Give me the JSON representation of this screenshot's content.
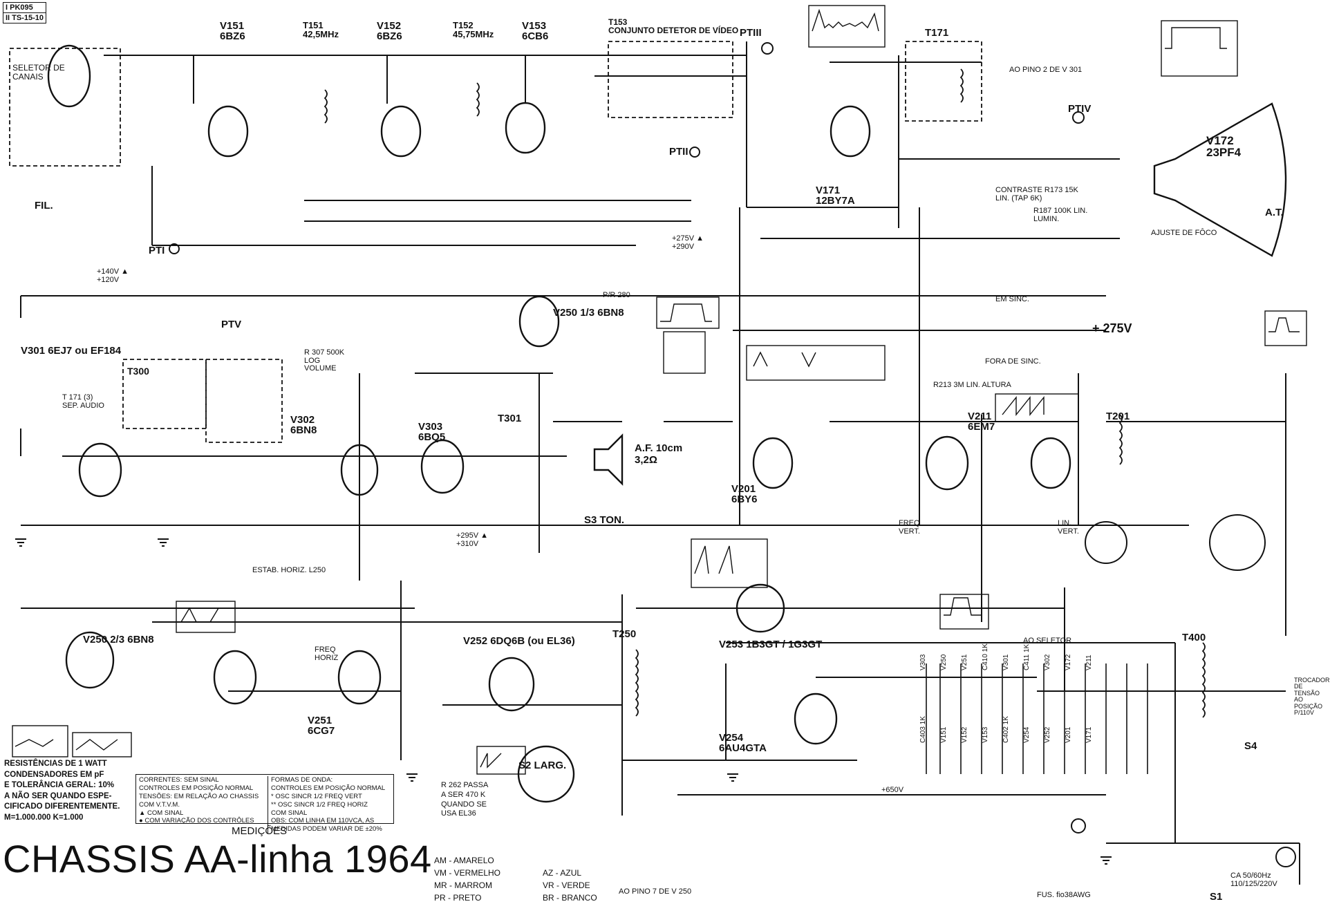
{
  "header": {
    "code_1": "I PK095",
    "code_2": "II TS-15-10"
  },
  "title": "CHASSIS AA-linha 1964",
  "tubes": [
    {
      "ref": "V151",
      "type": "6BZ6"
    },
    {
      "ref": "T151",
      "type": "42,5MHz"
    },
    {
      "ref": "V152",
      "type": "6BZ6"
    },
    {
      "ref": "T152",
      "type": "45,75MHz"
    },
    {
      "ref": "V153",
      "type": "6CB6"
    },
    {
      "ref": "T153",
      "type": "CONJUNTO DETETOR DE VÍDEO"
    },
    {
      "ref": "T171",
      "type": ""
    },
    {
      "ref": "V172",
      "type": "23PF4"
    },
    {
      "ref": "V171",
      "type": "12BY7A"
    },
    {
      "ref": "V301",
      "type": "6EJ7 ou EF184"
    },
    {
      "ref": "V302",
      "type": "6BN8"
    },
    {
      "ref": "V303",
      "type": "6BQ5"
    },
    {
      "ref": "V250",
      "type": "1/3 6BN8"
    },
    {
      "ref": "V201",
      "type": "6BY6"
    },
    {
      "ref": "V211",
      "type": "6EM7"
    },
    {
      "ref": "T201",
      "type": ""
    },
    {
      "ref": "V250",
      "type": "2/3 6BN8"
    },
    {
      "ref": "V251",
      "type": "6CG7"
    },
    {
      "ref": "V252",
      "type": "6DQ6B (ou EL36)"
    },
    {
      "ref": "V253",
      "type": "1B3GT / 1G3GT"
    },
    {
      "ref": "V254",
      "type": "6AU4GTA"
    },
    {
      "ref": "T250",
      "type": ""
    },
    {
      "ref": "T400",
      "type": ""
    }
  ],
  "labels": {
    "selector": "SELETOR DE CANAIS",
    "fil": "FIL.",
    "pt1": "PTI",
    "pt2": "PTII",
    "pt3": "PTIII",
    "pt4": "PTIV",
    "pt5": "PTV",
    "t300": "T300",
    "t171_3": "T 171 (3) SEP. AUDIO",
    "t301": "T301",
    "speaker": "A.F. 10cm 3,2Ω",
    "tone": "S3 TON.",
    "volume": "R 307 500K LOG VOLUME",
    "contrast": "CONTRASTE R173 15K LIN. (TAP 6K)",
    "lumin": "R187 100K LIN. LUMIN.",
    "focus": "AJUSTE DE FÔCO",
    "at": "A.T.",
    "plus275": "+ 275V",
    "em_sinc": "EM SINC.",
    "fora_sinc": "FORA DE SINC.",
    "altura": "R213 3M LIN. ALTURA",
    "freq_vert": "FREQ VERT.",
    "lin_vert": "LIN. VERT.",
    "estab_horiz": "ESTAB. HORIZ. L250",
    "freq_horiz": "FREQ HORIZ",
    "largura": "S2 LARG.",
    "ao_seletor": "AO SELETOR",
    "ao_pino_v301": "AO PINO 2 DE V 301",
    "ao_pino_v250": "AO PINO 7 DE V 250",
    "pr280": "P/R 280",
    "trocador": "TROCADOR DE TENSÃO AO POSIÇÃO P/110V",
    "mains": "CA 50/60Hz 110/125/220V",
    "s1": "S1",
    "s4": "S4",
    "fuse": "FUS. fio38AWG",
    "r262_note": "R 262 PASSA A SER 470 K QUANDO SE USA EL36",
    "plus650": "+650V",
    "rail_140": "+140V ▲ +120V",
    "rail_275": "+275V ▲ +290V",
    "rail_295": "+295V ▲ +310V"
  },
  "notes": [
    "RESISTÊNCIAS DE 1 WATT",
    "CONDENSADORES EM pF",
    "E TOLERÂNCIA GERAL: 10%",
    "A NÃO SER QUANDO ESPE-",
    "CIFICADO DIFERENTEMENTE.",
    "M=1.000.000        K=1.000"
  ],
  "measurements": {
    "title": "MEDIÇÕES",
    "left": [
      "CORRENTES: SEM SINAL",
      "CONTROLES EM POSIÇÃO NORMAL",
      "TENSÕES: EM RELAÇÃO AO CHASSIS",
      "COM V.T.V.M.",
      "▲ COM SINAL",
      "● COM VARIAÇÃO DOS CONTRÔLES"
    ],
    "right": [
      "FORMAS DE ONDA:",
      "CONTROLES EM POSIÇÃO NORMAL",
      "* OSC SINCR 1/2 FREQ VERT",
      "** OSC SINCR 1/2 FREQ HORIZ",
      "COM SINAL",
      "OBS: COM LINHA EM 110VCA, AS",
      "MEDIDAS PODEM VARIAR DE ±20%"
    ]
  },
  "wire_colors": [
    {
      "code": "AM",
      "name": "AMARELO"
    },
    {
      "code": "VM",
      "name": "VERMELHO"
    },
    {
      "code": "MR",
      "name": "MARROM"
    },
    {
      "code": "PR",
      "name": "PRETO"
    },
    {
      "code": "AZ",
      "name": "AZUL"
    },
    {
      "code": "VR",
      "name": "VERDE"
    },
    {
      "code": "BR",
      "name": "BRANCO"
    }
  ],
  "heater_chain": {
    "top": [
      "V303",
      "V250",
      "V251",
      "C410 1K",
      "V301",
      "C411 1K",
      "V302",
      "V172",
      "V211"
    ],
    "bottom": [
      "C403 1K",
      "V151",
      "V152",
      "V153",
      "C402 1K",
      "V254",
      "V252",
      "V201",
      "V171"
    ]
  }
}
